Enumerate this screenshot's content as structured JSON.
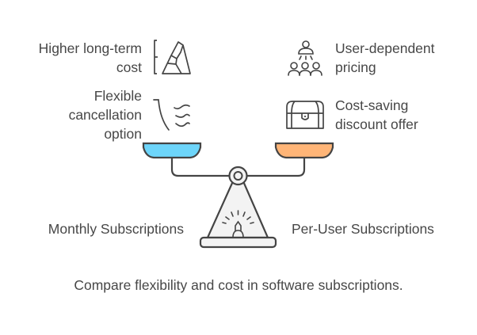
{
  "title": "Compare flexibility and cost in software subscriptions.",
  "left_side": {
    "label": "Monthly Subscriptions",
    "pan_color": "#6DD5FA",
    "items": [
      {
        "label_line1": "Higher long-term",
        "label_line2": "cost",
        "icon": "iceberg-icon"
      },
      {
        "label_line1": "Flexible",
        "label_line2": "cancellation",
        "label_line3": "option",
        "icon": "waves-icon"
      }
    ]
  },
  "right_side": {
    "label": "Per-User Subscriptions",
    "pan_color": "#FFB577",
    "items": [
      {
        "label_line1": "User-dependent",
        "label_line2": "pricing",
        "icon": "user-distribution-icon"
      },
      {
        "label_line1": "Cost-saving",
        "label_line2": "discount offer",
        "icon": "treasure-chest-icon"
      }
    ]
  },
  "colors": {
    "stroke": "#444444",
    "base_fill": "#F3F3F3",
    "text": "#474747"
  }
}
